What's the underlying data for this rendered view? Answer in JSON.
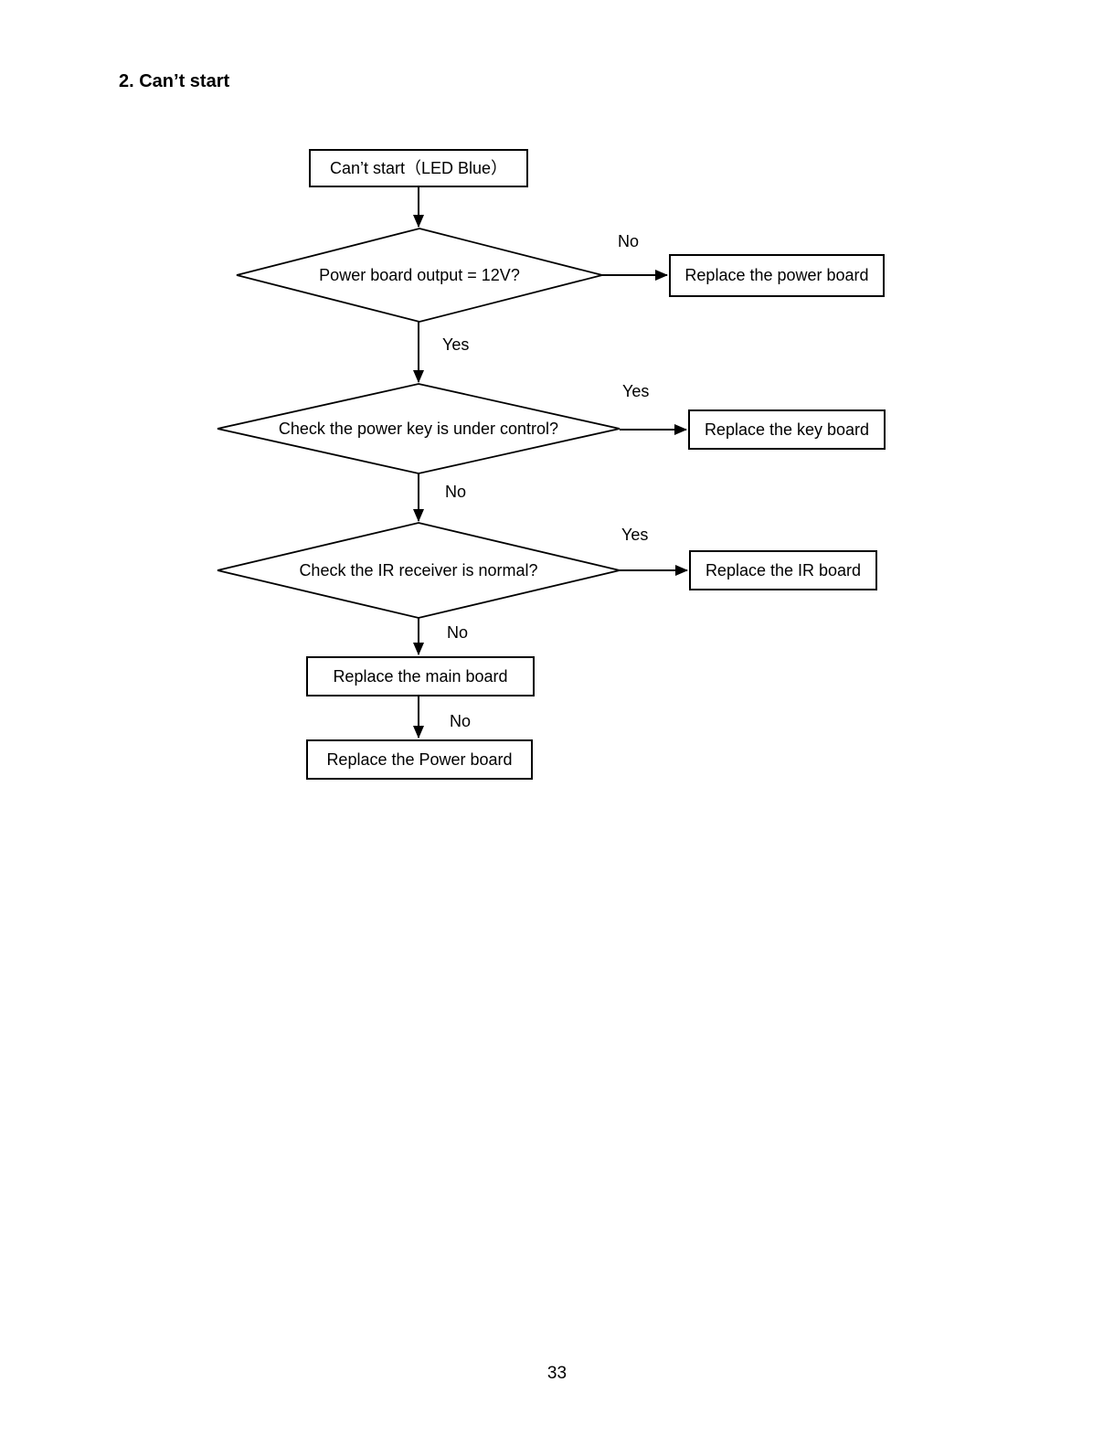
{
  "page": {
    "title": "2. Can’t start",
    "page_number": "33"
  },
  "flowchart": {
    "start": {
      "label": "Can’t start（LED Blue）"
    },
    "decisions": [
      {
        "label": "Power board output = 12V?",
        "side_branch": {
          "label": "No",
          "action": "Replace the power board"
        },
        "down_branch": {
          "label": "Yes"
        }
      },
      {
        "label": "Check the power key is under control?",
        "side_branch": {
          "label": "Yes",
          "action": "Replace the key board"
        },
        "down_branch": {
          "label": "No"
        }
      },
      {
        "label": "Check the IR receiver is normal?",
        "side_branch": {
          "label": "Yes",
          "action": "Replace the IR board"
        },
        "down_branch": {
          "label": "No"
        }
      }
    ],
    "final_actions": [
      {
        "label": "Replace the main board",
        "down_branch_label": "No"
      },
      {
        "label": "Replace the Power board"
      }
    ],
    "colors": {
      "line": "#000000",
      "box_background": "#ffffff",
      "text": "#000000"
    }
  }
}
